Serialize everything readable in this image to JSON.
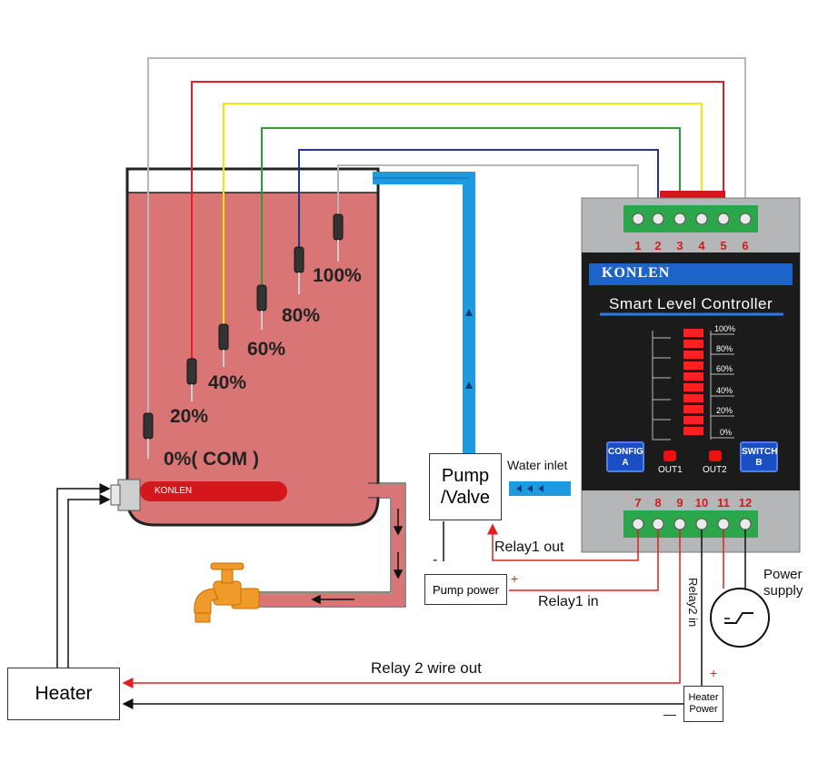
{
  "tank": {
    "levels": [
      "100%",
      "80%",
      "60%",
      "40%",
      "20%",
      "0%( COM )"
    ],
    "heater_element_brand": "KONLEN"
  },
  "controller": {
    "brand": "KONLEN",
    "title": "Smart Level Controller",
    "top_terminals": [
      "1",
      "2",
      "3",
      "4",
      "5",
      "6"
    ],
    "bottom_terminals": [
      "7",
      "8",
      "9",
      "10",
      "11",
      "12"
    ],
    "level_scale": [
      "100%",
      "80%",
      "60%",
      "40%",
      "20%",
      "0%"
    ],
    "config_button": {
      "line1": "CONFIG",
      "line2": "A"
    },
    "switch_button": {
      "line1": "SWITCH",
      "line2": "B"
    },
    "out1": "OUT1",
    "out2": "OUT2"
  },
  "labels": {
    "pump_valve_1": "Pump",
    "pump_valve_2": "/Valve",
    "water_inlet": "Water inlet",
    "pump_power": "Pump power",
    "relay1_out": "Relay1 out",
    "relay1_in": "Relay1 in",
    "relay2_in": "Relay2 in",
    "relay2_wire_out": "Relay 2 wire out",
    "heater": "Heater",
    "heater_power_1": "Heater",
    "heater_power_2": "Power",
    "power_supply_1": "Power",
    "power_supply_2": "supply",
    "minus": "-",
    "plus": "+",
    "minus_dash": "—"
  },
  "colors": {
    "water": "#d97675",
    "pipe_blue": "#1e9be0",
    "wire_red": "#e02020",
    "wire_yellow": "#f4e800",
    "wire_green": "#2e9a3a",
    "wire_blue": "#25328f",
    "wire_gray": "#b8b8b8",
    "faucet": "#f09a2a",
    "led_red": "#ff2020"
  }
}
